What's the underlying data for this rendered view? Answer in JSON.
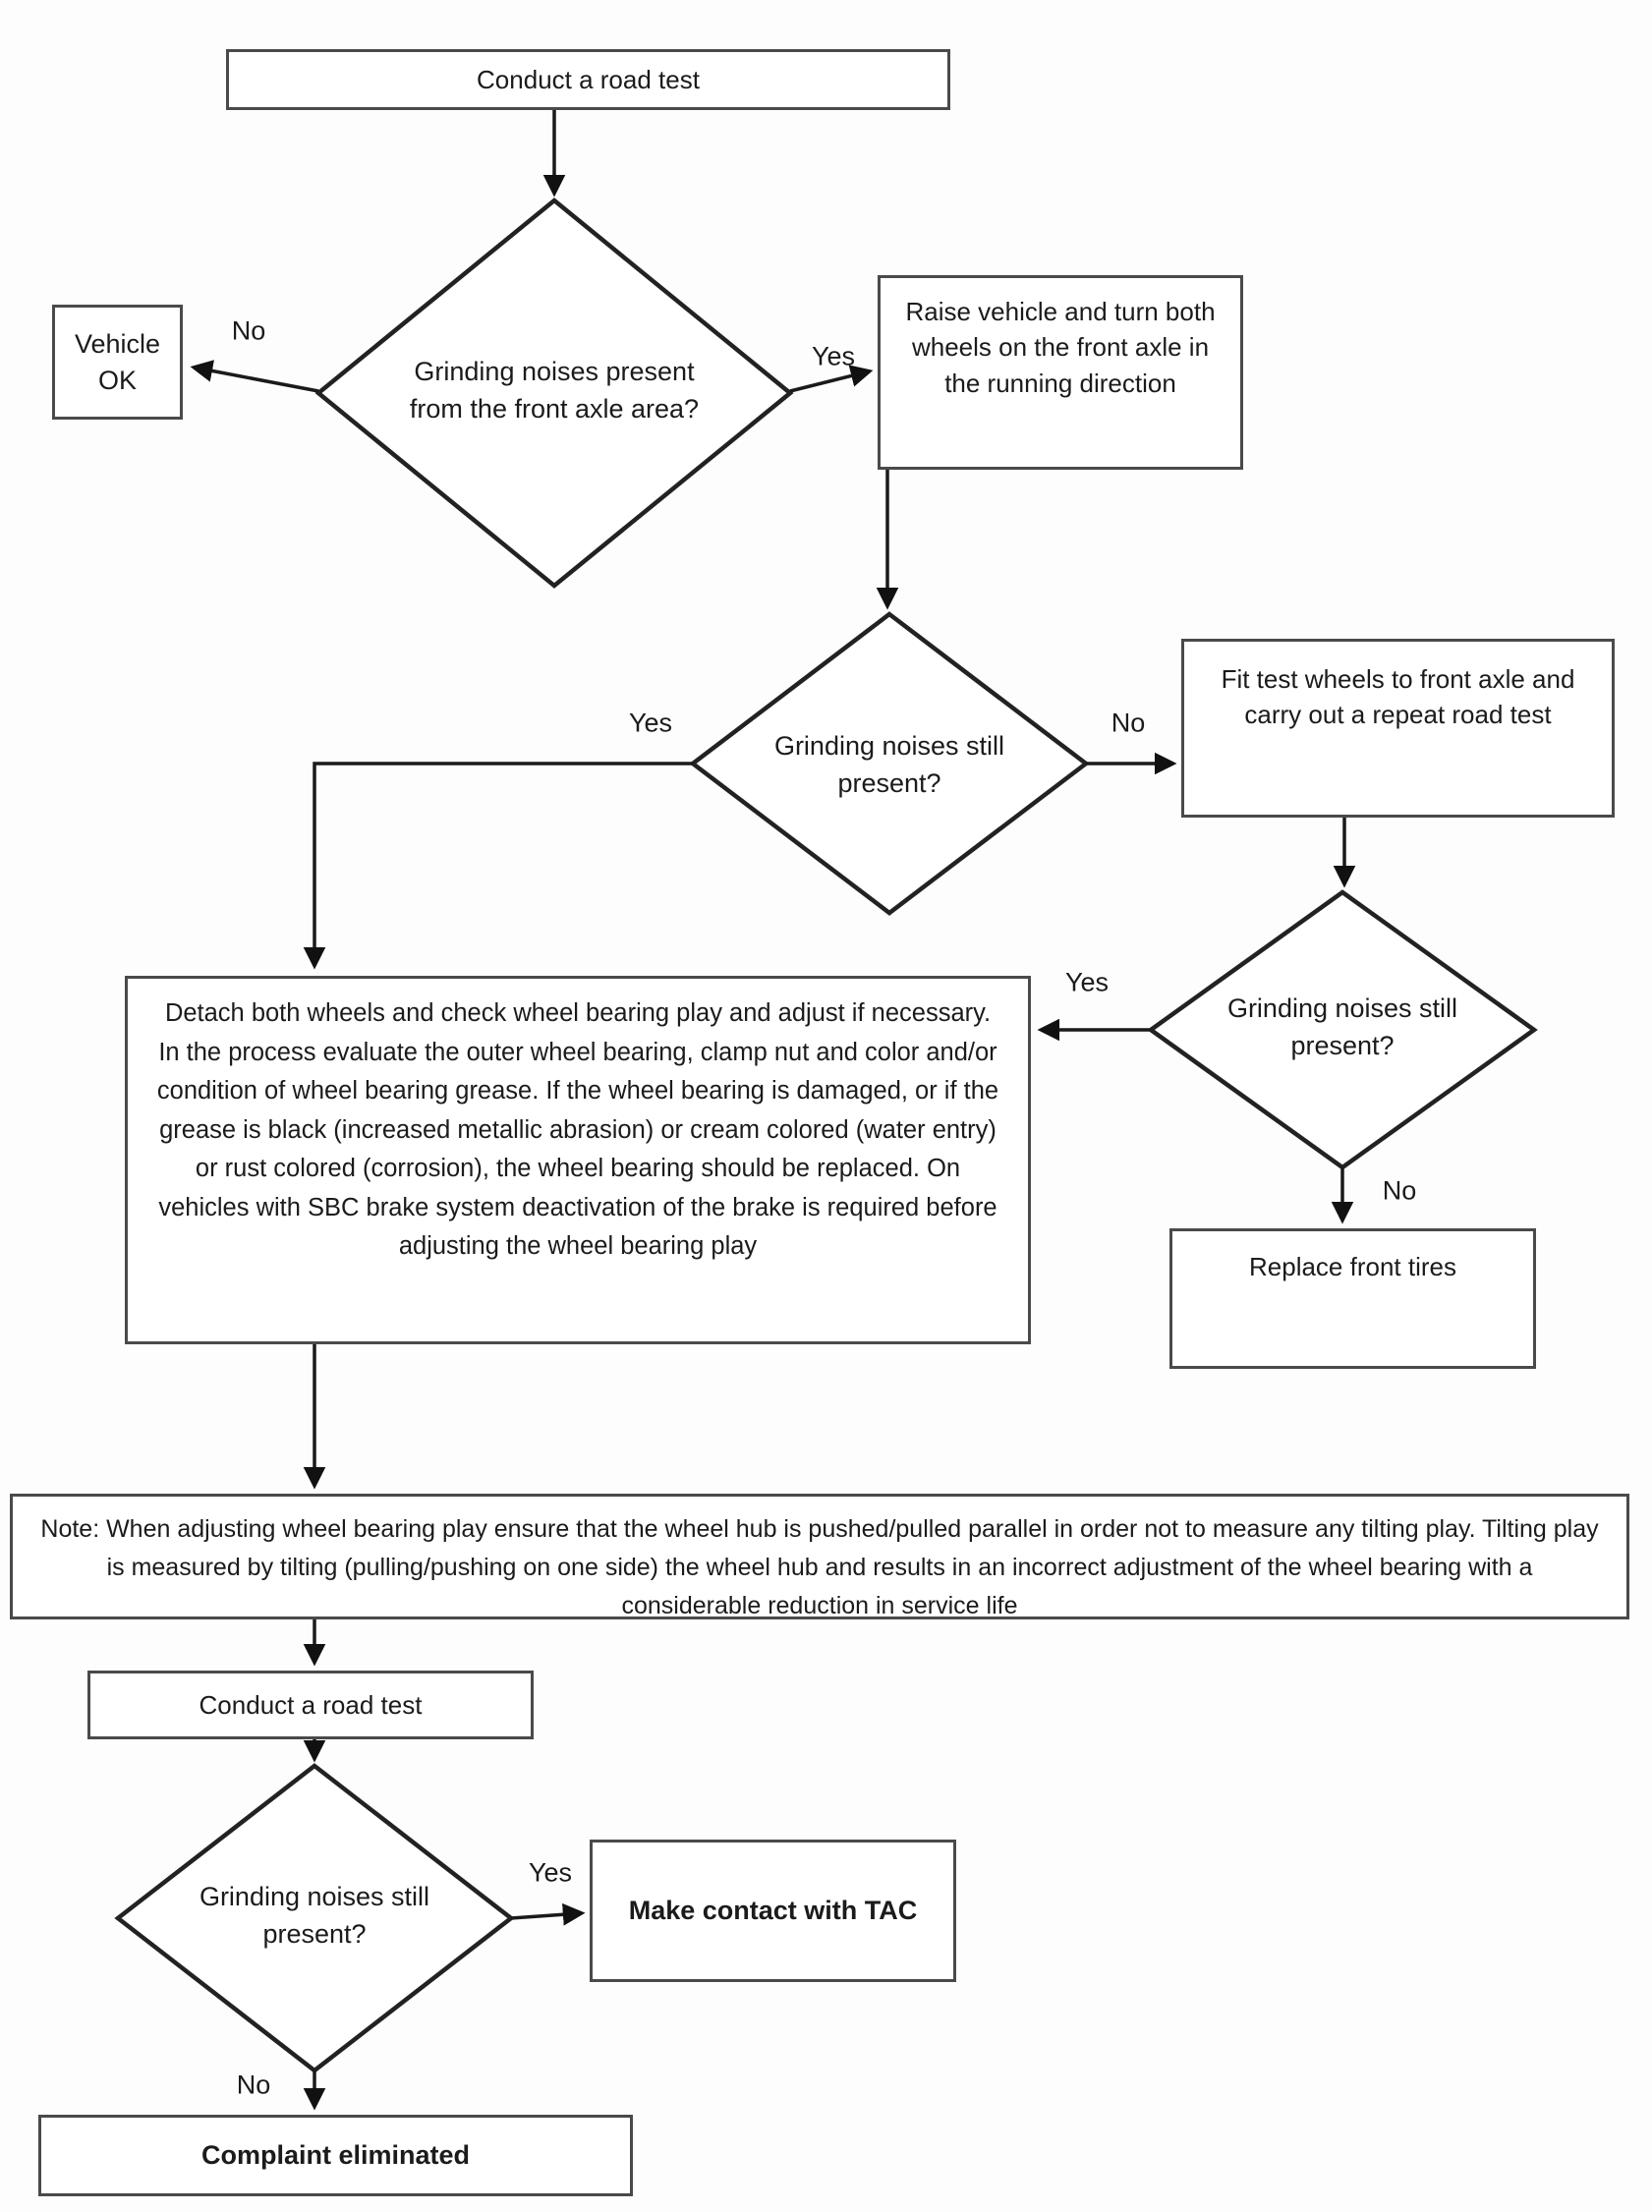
{
  "flowchart": {
    "colors": {
      "background": "#fdfdfd",
      "line_stroke": "#1a1a1a",
      "box_border": "#4a4a4a",
      "text": "#1b1b1b"
    },
    "nodes": {
      "road_test_1": {
        "type": "process",
        "label": "Conduct a road test"
      },
      "d1": {
        "type": "decision",
        "label": "Grinding noises present from the front axle area?"
      },
      "vehicle_ok": {
        "type": "terminal",
        "label": "Vehicle OK"
      },
      "raise_vehicle": {
        "type": "process",
        "label": "Raise vehicle and turn both wheels on the front axle in the running direction"
      },
      "d2": {
        "type": "decision",
        "label": "Grinding noises still present?"
      },
      "fit_test_wheels": {
        "type": "process",
        "label": "Fit test wheels to front axle and carry out a repeat road test"
      },
      "d3": {
        "type": "decision",
        "label": "Grinding noises still present?"
      },
      "detach_wheels": {
        "type": "process",
        "label": "Detach both wheels and check wheel bearing play and adjust if necessary. In the process evaluate the outer wheel bearing, clamp nut and color and/or condition of wheel bearing grease. If the wheel bearing is damaged, or if the grease is black (increased metallic abrasion) or cream colored (water entry) or rust colored (corrosion), the wheel bearing should be replaced. On vehicles with SBC brake system deactivation of the brake is required before adjusting the wheel bearing play"
      },
      "replace_tires": {
        "type": "process",
        "label": "Replace front tires"
      },
      "note": {
        "type": "note",
        "label": "Note: When adjusting wheel bearing play ensure that the wheel hub is pushed/pulled parallel in order not to measure any tilting play. Tilting play is measured by tilting (pulling/pushing on one side) the wheel hub and results in an incorrect adjustment of the wheel bearing with a considerable reduction in service life"
      },
      "road_test_2": {
        "type": "process",
        "label": "Conduct a road test"
      },
      "d4": {
        "type": "decision",
        "label": "Grinding noises still present?"
      },
      "contact_tac": {
        "type": "process",
        "label": "Make contact with TAC"
      },
      "complaint_eliminated": {
        "type": "terminal",
        "label": "Complaint eliminated"
      }
    },
    "edge_labels": {
      "d1_no": "No",
      "d1_yes": "Yes",
      "d2_yes": "Yes",
      "d2_no": "No",
      "d3_yes": "Yes",
      "d3_no": "No",
      "d4_yes": "Yes",
      "d4_no": "No"
    }
  }
}
